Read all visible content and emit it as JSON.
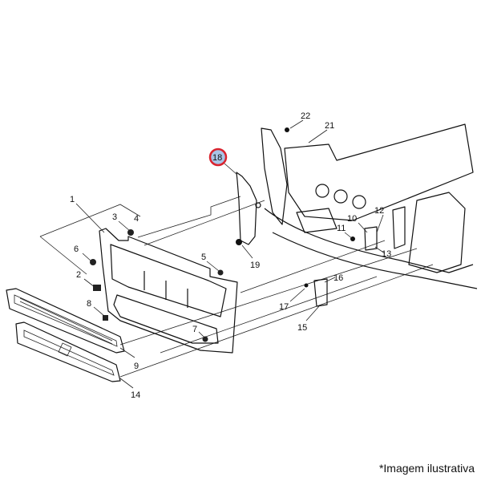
{
  "diagram": {
    "callouts": {
      "c1": "1",
      "c2": "2",
      "c3": "3",
      "c4": "4",
      "c5": "5",
      "c6": "6",
      "c7": "7",
      "c8": "8",
      "c9": "9",
      "c10": "10",
      "c11": "11",
      "c12": "12",
      "c13": "13",
      "c14": "14",
      "c15": "15",
      "c16": "16",
      "c17": "17",
      "c18": "18",
      "c19": "19",
      "c21": "21",
      "c22": "22"
    },
    "highlighted_callout": "18",
    "highlight_colors": {
      "ring": "#d9232e",
      "fill": "#a9c4e6"
    }
  },
  "caption": "*Imagem ilustrativa"
}
